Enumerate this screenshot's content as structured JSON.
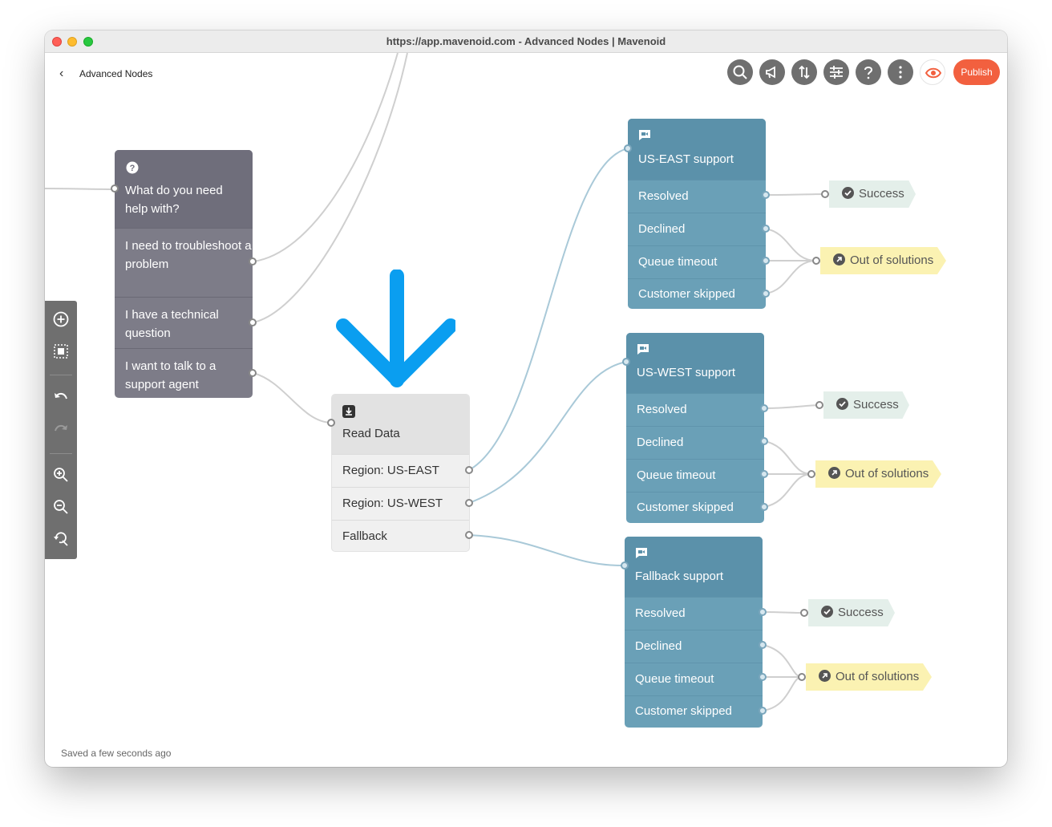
{
  "window": {
    "title": "https://app.mavenoid.com - Advanced Nodes | Mavenoid"
  },
  "header": {
    "back_label": "‹",
    "breadcrumb": "Advanced Nodes",
    "publish_label": "Publish",
    "toolbar_icons": [
      "search-icon",
      "megaphone-icon",
      "sort-arrows-icon",
      "sliders-icon",
      "help-icon",
      "more-vertical-icon",
      "eye-icon"
    ]
  },
  "sidebar": {
    "tools": [
      "add-node-icon",
      "select-area-icon",
      "undo-icon",
      "redo-icon",
      "zoom-in-icon",
      "zoom-out-icon",
      "zoom-reset-icon"
    ]
  },
  "question_node": {
    "title": "What do you need help with?",
    "icon": "question-circle-icon",
    "options": [
      "I need to troubleshoot a problem",
      "I have a technical question",
      "I want to talk to a support agent"
    ]
  },
  "read_data_node": {
    "title": "Read Data",
    "icon": "download-icon",
    "outputs": [
      "Region: US-EAST",
      "Region: US-WEST",
      "Fallback"
    ]
  },
  "support_nodes": [
    {
      "title": "US-EAST support",
      "icon": "video-chat-icon",
      "outputs": [
        "Resolved",
        "Declined",
        "Queue timeout",
        "Customer skipped"
      ]
    },
    {
      "title": "US-WEST support",
      "icon": "video-chat-icon",
      "outputs": [
        "Resolved",
        "Declined",
        "Queue timeout",
        "Customer skipped"
      ]
    },
    {
      "title": "Fallback support",
      "icon": "video-chat-icon",
      "outputs": [
        "Resolved",
        "Declined",
        "Queue timeout",
        "Customer skipped"
      ]
    }
  ],
  "outcomes": {
    "success_label": "Success",
    "out_of_solutions_label": "Out of solutions"
  },
  "annotation_arrow": {
    "color": "#0a9ef0"
  },
  "status": {
    "saved_text": "Saved a few seconds ago"
  },
  "colors": {
    "publish": "#f2603f",
    "support_node": "#6aa0b7",
    "question_node": "#7d7c88",
    "success_tag": "#e4efea",
    "oos_tag": "#fbf2b2"
  }
}
